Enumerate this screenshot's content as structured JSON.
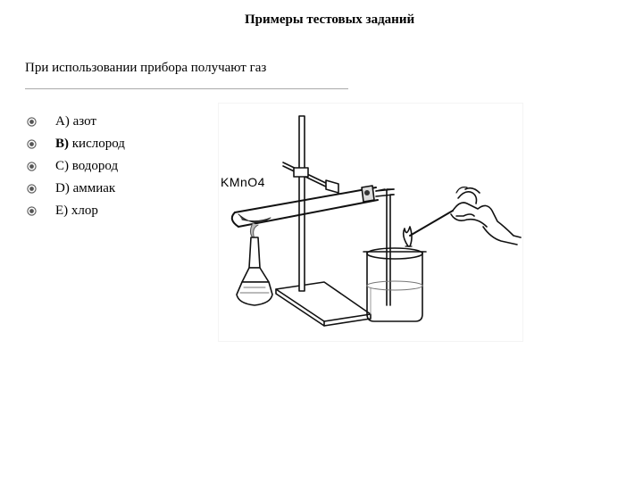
{
  "slide": {
    "title": "Примеры тестовых заданий",
    "question": "При использовании прибора получают газ"
  },
  "options": [
    {
      "letter": "А)",
      "text": "азот",
      "selected": false
    },
    {
      "letter": "В)",
      "text": "кислород",
      "selected": true
    },
    {
      "letter": "С)",
      "text": "водород",
      "selected": false
    },
    {
      "letter": "D)",
      "text": "аммиак",
      "selected": false
    },
    {
      "letter": "E)",
      "text": "хлор",
      "selected": false
    }
  ],
  "figure": {
    "reagent_label": "KMnO4"
  },
  "colors": {
    "text": "#000000",
    "bullet": "#555555",
    "rule": "#aaaaaa"
  }
}
